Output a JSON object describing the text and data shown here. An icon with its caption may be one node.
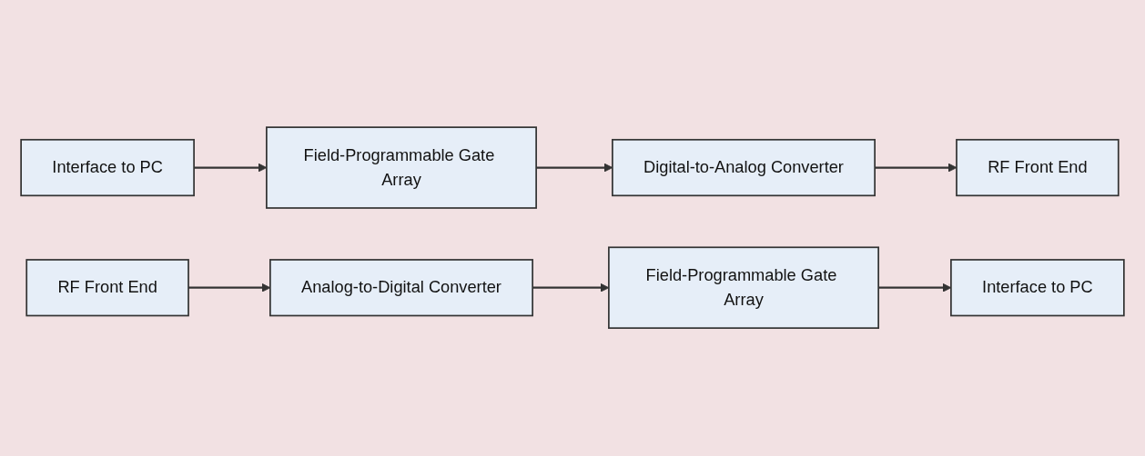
{
  "diagram": {
    "nodes": [
      {
        "text": [
          "Interface to PC"
        ]
      },
      {
        "text": [
          "Field-Programmable Gate Array"
        ]
      },
      {
        "text": [
          "Digital-to-Analog Converter"
        ]
      },
      {
        "text": [
          "RF Front End"
        ]
      },
      {
        "text": [
          "Interface to PC"
        ]
      },
      {
        "text": [
          "Field-Programmable Gate Array"
        ]
      },
      {
        "text": [
          "Analog-to-Digital Converter"
        ]
      },
      {
        "text": [
          "RF Front End"
        ]
      }
    ],
    "edges": [
      {
        "from": 0,
        "to": 1,
        "arrow": "to"
      },
      {
        "from": 1,
        "to": 2,
        "arrow": "to"
      },
      {
        "from": 2,
        "to": 3,
        "arrow": "to"
      },
      {
        "from": 7,
        "to": 6,
        "arrow": "to"
      },
      {
        "from": 6,
        "to": 5,
        "arrow": "to"
      },
      {
        "from": 5,
        "to": 4,
        "arrow": "to"
      }
    ]
  }
}
